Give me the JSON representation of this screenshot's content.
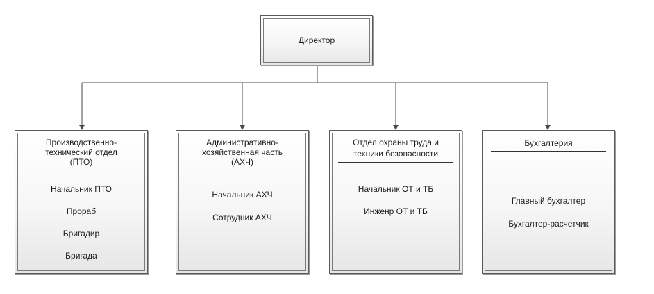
{
  "director": {
    "label": "Директор"
  },
  "departments": [
    {
      "title_lines": [
        "Производственно-",
        "технический отдел",
        "(ПТО)"
      ],
      "roles": [
        "Начальник ПТО",
        "Прораб",
        "Бригадир",
        "Бригада"
      ]
    },
    {
      "title_lines": [
        "Административно-",
        "хозяйственная часть",
        "(АХЧ)"
      ],
      "roles": [
        "Начальник АХЧ",
        "Сотрудник АХЧ"
      ]
    },
    {
      "title_lines": [
        "Отдел охраны труда и",
        "техники безопасности"
      ],
      "roles": [
        "Начальник ОТ и ТБ",
        "Инженр ОТ и ТБ"
      ]
    },
    {
      "title_lines": [
        "Бухгалтерия"
      ],
      "roles": [
        "Главный бухгалтер",
        "Бухгалтер-расчетчик"
      ]
    }
  ]
}
